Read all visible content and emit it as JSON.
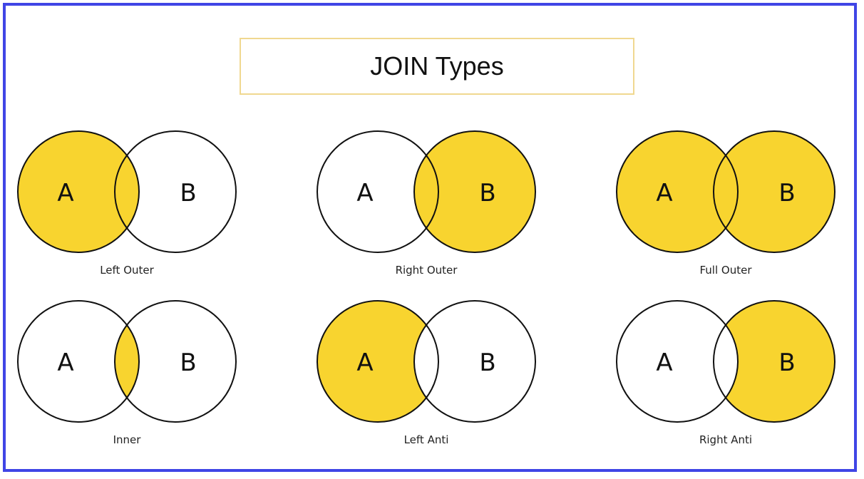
{
  "title": "JOIN Types",
  "colors": {
    "fill": "#f8d42f",
    "stroke": "#111111",
    "frame": "#3f45e6",
    "title_border": "#f0d890"
  },
  "panels": [
    {
      "name": "left-outer",
      "label": "Left Outer",
      "set_a": "A",
      "set_b": "B",
      "shade_a_only": true,
      "shade_intersection": true,
      "shade_b_only": false
    },
    {
      "name": "right-outer",
      "label": "Right Outer",
      "set_a": "A",
      "set_b": "B",
      "shade_a_only": false,
      "shade_intersection": true,
      "shade_b_only": true
    },
    {
      "name": "full-outer",
      "label": "Full Outer",
      "set_a": "A",
      "set_b": "B",
      "shade_a_only": true,
      "shade_intersection": true,
      "shade_b_only": true
    },
    {
      "name": "inner",
      "label": "Inner",
      "set_a": "A",
      "set_b": "B",
      "shade_a_only": false,
      "shade_intersection": true,
      "shade_b_only": false
    },
    {
      "name": "left-anti",
      "label": "Left Anti",
      "set_a": "A",
      "set_b": "B",
      "shade_a_only": true,
      "shade_intersection": false,
      "shade_b_only": false
    },
    {
      "name": "right-anti",
      "label": "Right Anti",
      "set_a": "A",
      "set_b": "B",
      "shade_a_only": false,
      "shade_intersection": false,
      "shade_b_only": true
    }
  ]
}
